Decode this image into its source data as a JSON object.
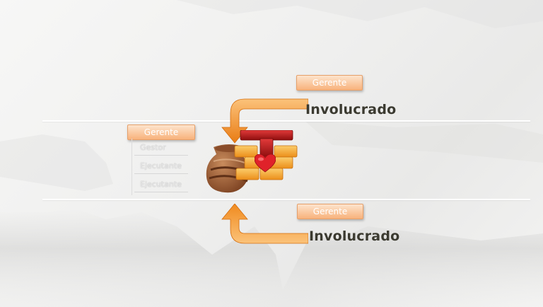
{
  "top": {
    "tag": "Gerente",
    "label": "Involucrado"
  },
  "left": {
    "tag": "Gerente",
    "items": [
      "Gestor",
      "Ejecutante",
      "Ejecutante"
    ]
  },
  "bottom": {
    "tag": "Gerente",
    "label": "Involucrado"
  },
  "colors": {
    "arrow": "#f08a1e",
    "brick": "#f6a93c",
    "roof": "#c41818",
    "heart": "#e0222a",
    "pot": "#a8643a"
  },
  "icons": [
    "clay-pot-icon",
    "brick-wall-icon",
    "heart-icon",
    "arrow-down-left-icon",
    "arrow-up-icon"
  ]
}
